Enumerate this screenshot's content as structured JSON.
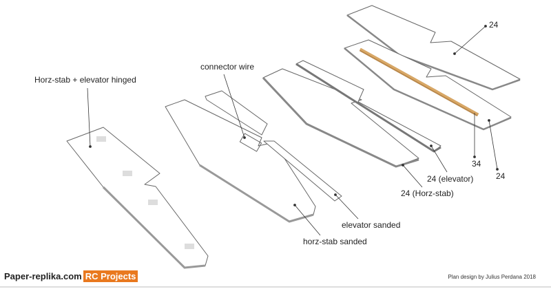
{
  "labels": {
    "hinged": "Horz-stab + elevator hinged",
    "connector_wire": "connector wire",
    "horz_stab_sanded": "horz-stab sanded",
    "elevator_sanded": "elevator sanded",
    "horz_stab_24": "24 (Horz-stab)",
    "elevator_24": "24 (elevator)",
    "top_24": "24",
    "dowel_34": "34",
    "bottom_24": "24"
  },
  "footer": {
    "site": "Paper-replika.com",
    "badge": "RC Projects",
    "credit": "Plan design by Julius Perdana 2018"
  },
  "colors": {
    "badge": "#e9791f",
    "dowel": "#d9a866"
  }
}
